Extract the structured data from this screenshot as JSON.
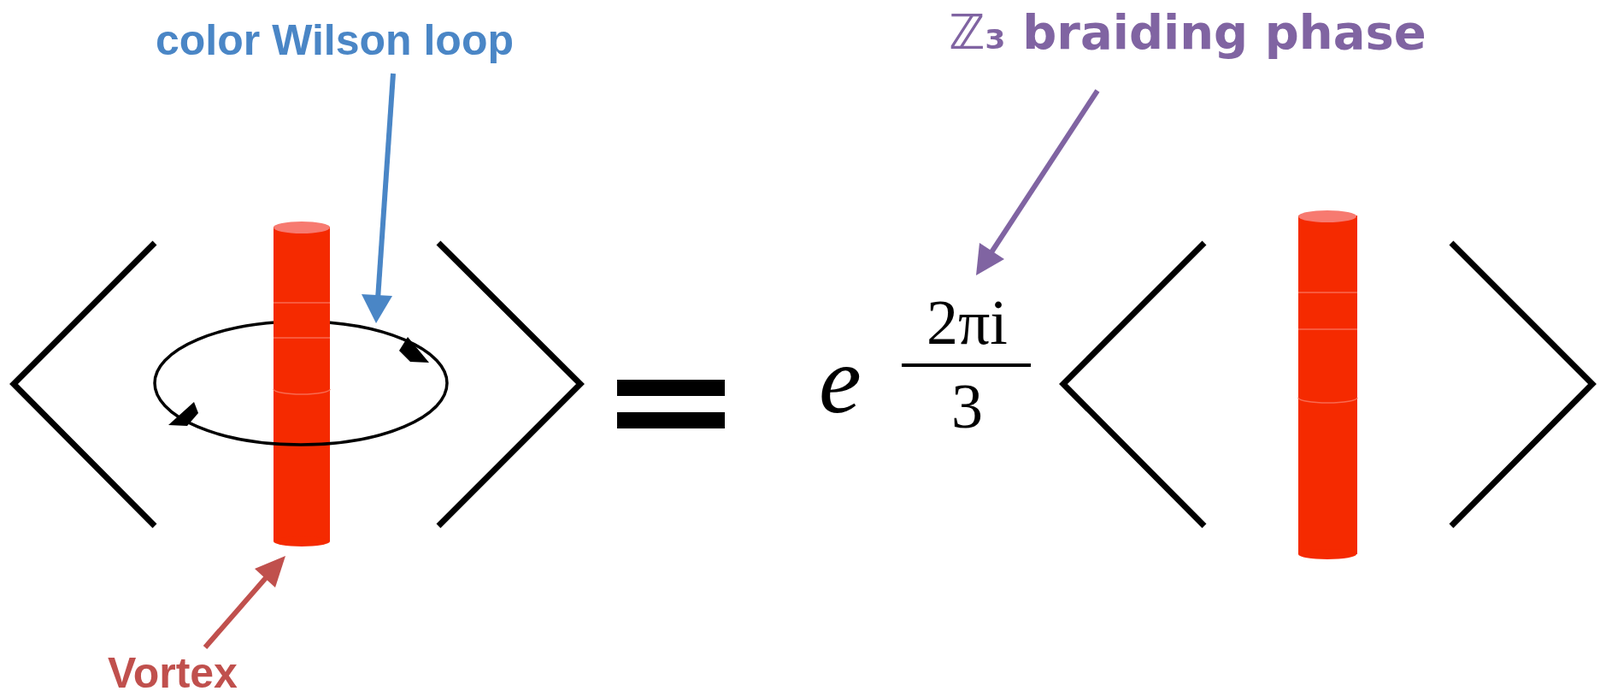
{
  "diagram": {
    "labels": [
      "color Wilson loop",
      "ℤ₃ braiding phase",
      "Vortex",
      "e",
      "2πi",
      "3"
    ]
  }
}
